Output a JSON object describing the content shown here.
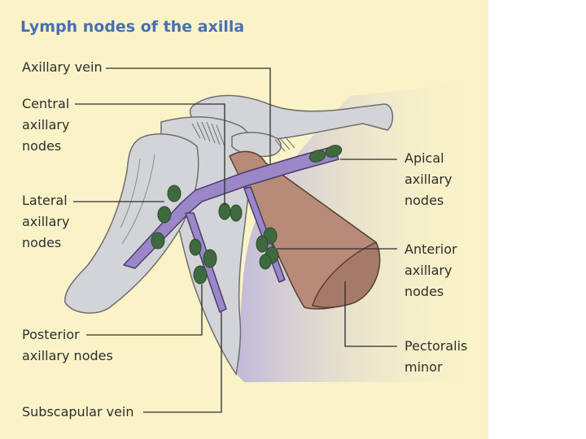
{
  "title": "Lymph nodes of the axilla",
  "labels": {
    "axillary_vein": "Axillary vein",
    "central_nodes": "Central\naxillary\nnodes",
    "lateral_nodes": "Lateral\naxillary\nnodes",
    "posterior_nodes": "Posterior\naxillary nodes",
    "subscapular_vein": "Subscapular vein",
    "apical_nodes": "Apical\naxillary\nnodes",
    "anterior_nodes": "Anterior\naxillary\nnodes",
    "pectoralis_minor": "Pectoralis\nminor"
  },
  "colors": {
    "background": "#faf3c8",
    "title": "#4a6fb0",
    "bone": "#d3d4d8",
    "bone_outline": "#6e6e6e",
    "vein": "#9b87c8",
    "vein_outline": "#4a3d6e",
    "node": "#3f6a3f",
    "muscle": "#b88a78",
    "muscle_outline": "#5a3e32",
    "leader": "#2d2d2d"
  }
}
